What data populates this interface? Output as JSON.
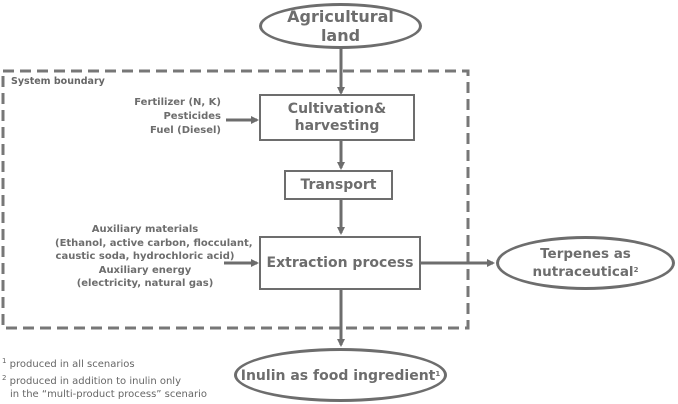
{
  "system_boundary_label": "System boundary",
  "nodes": {
    "agricultural_land": {
      "line1": "Agricultural",
      "line2": "land"
    },
    "cultivation": {
      "line1": "Cultivation&",
      "line2": "harvesting"
    },
    "transport": "Transport",
    "extraction": "Extraction process",
    "terpenes": {
      "line1": "Terpenes as",
      "line2": "nutraceutical",
      "sup": "2"
    },
    "inulin": {
      "label": "Inulin as food ingredient",
      "sup": "1"
    }
  },
  "inputs": {
    "cultivation": [
      "Fertilizer (N, K)",
      "Pesticides",
      "Fuel (Diesel)"
    ],
    "extraction": [
      "Auxiliary materials",
      "(Ethanol, active carbon, flocculant,",
      "caustic soda, hydrochloric acid)",
      "Auxiliary energy",
      "(electricity, natural gas)"
    ]
  },
  "footnotes": [
    {
      "mark": "1",
      "lines": [
        "produced in all scenarios"
      ]
    },
    {
      "mark": "2",
      "lines": [
        "produced in addition to inulin only",
        "in the “multi-product process” scenario"
      ]
    }
  ],
  "colors": {
    "stroke": "#6d6d6d",
    "text": "#666666"
  }
}
